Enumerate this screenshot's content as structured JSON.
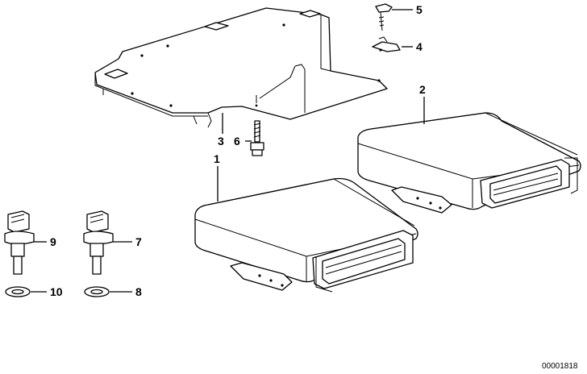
{
  "diagram": {
    "reference_number": "00001818",
    "callouts": [
      {
        "id": "c1",
        "label": "1"
      },
      {
        "id": "c2",
        "label": "2"
      },
      {
        "id": "c3",
        "label": "3"
      },
      {
        "id": "c4",
        "label": "4"
      },
      {
        "id": "c5",
        "label": "5"
      },
      {
        "id": "c6",
        "label": "6"
      },
      {
        "id": "c7",
        "label": "7"
      },
      {
        "id": "c8",
        "label": "8"
      },
      {
        "id": "c9",
        "label": "9"
      },
      {
        "id": "c10",
        "label": "10"
      }
    ]
  }
}
